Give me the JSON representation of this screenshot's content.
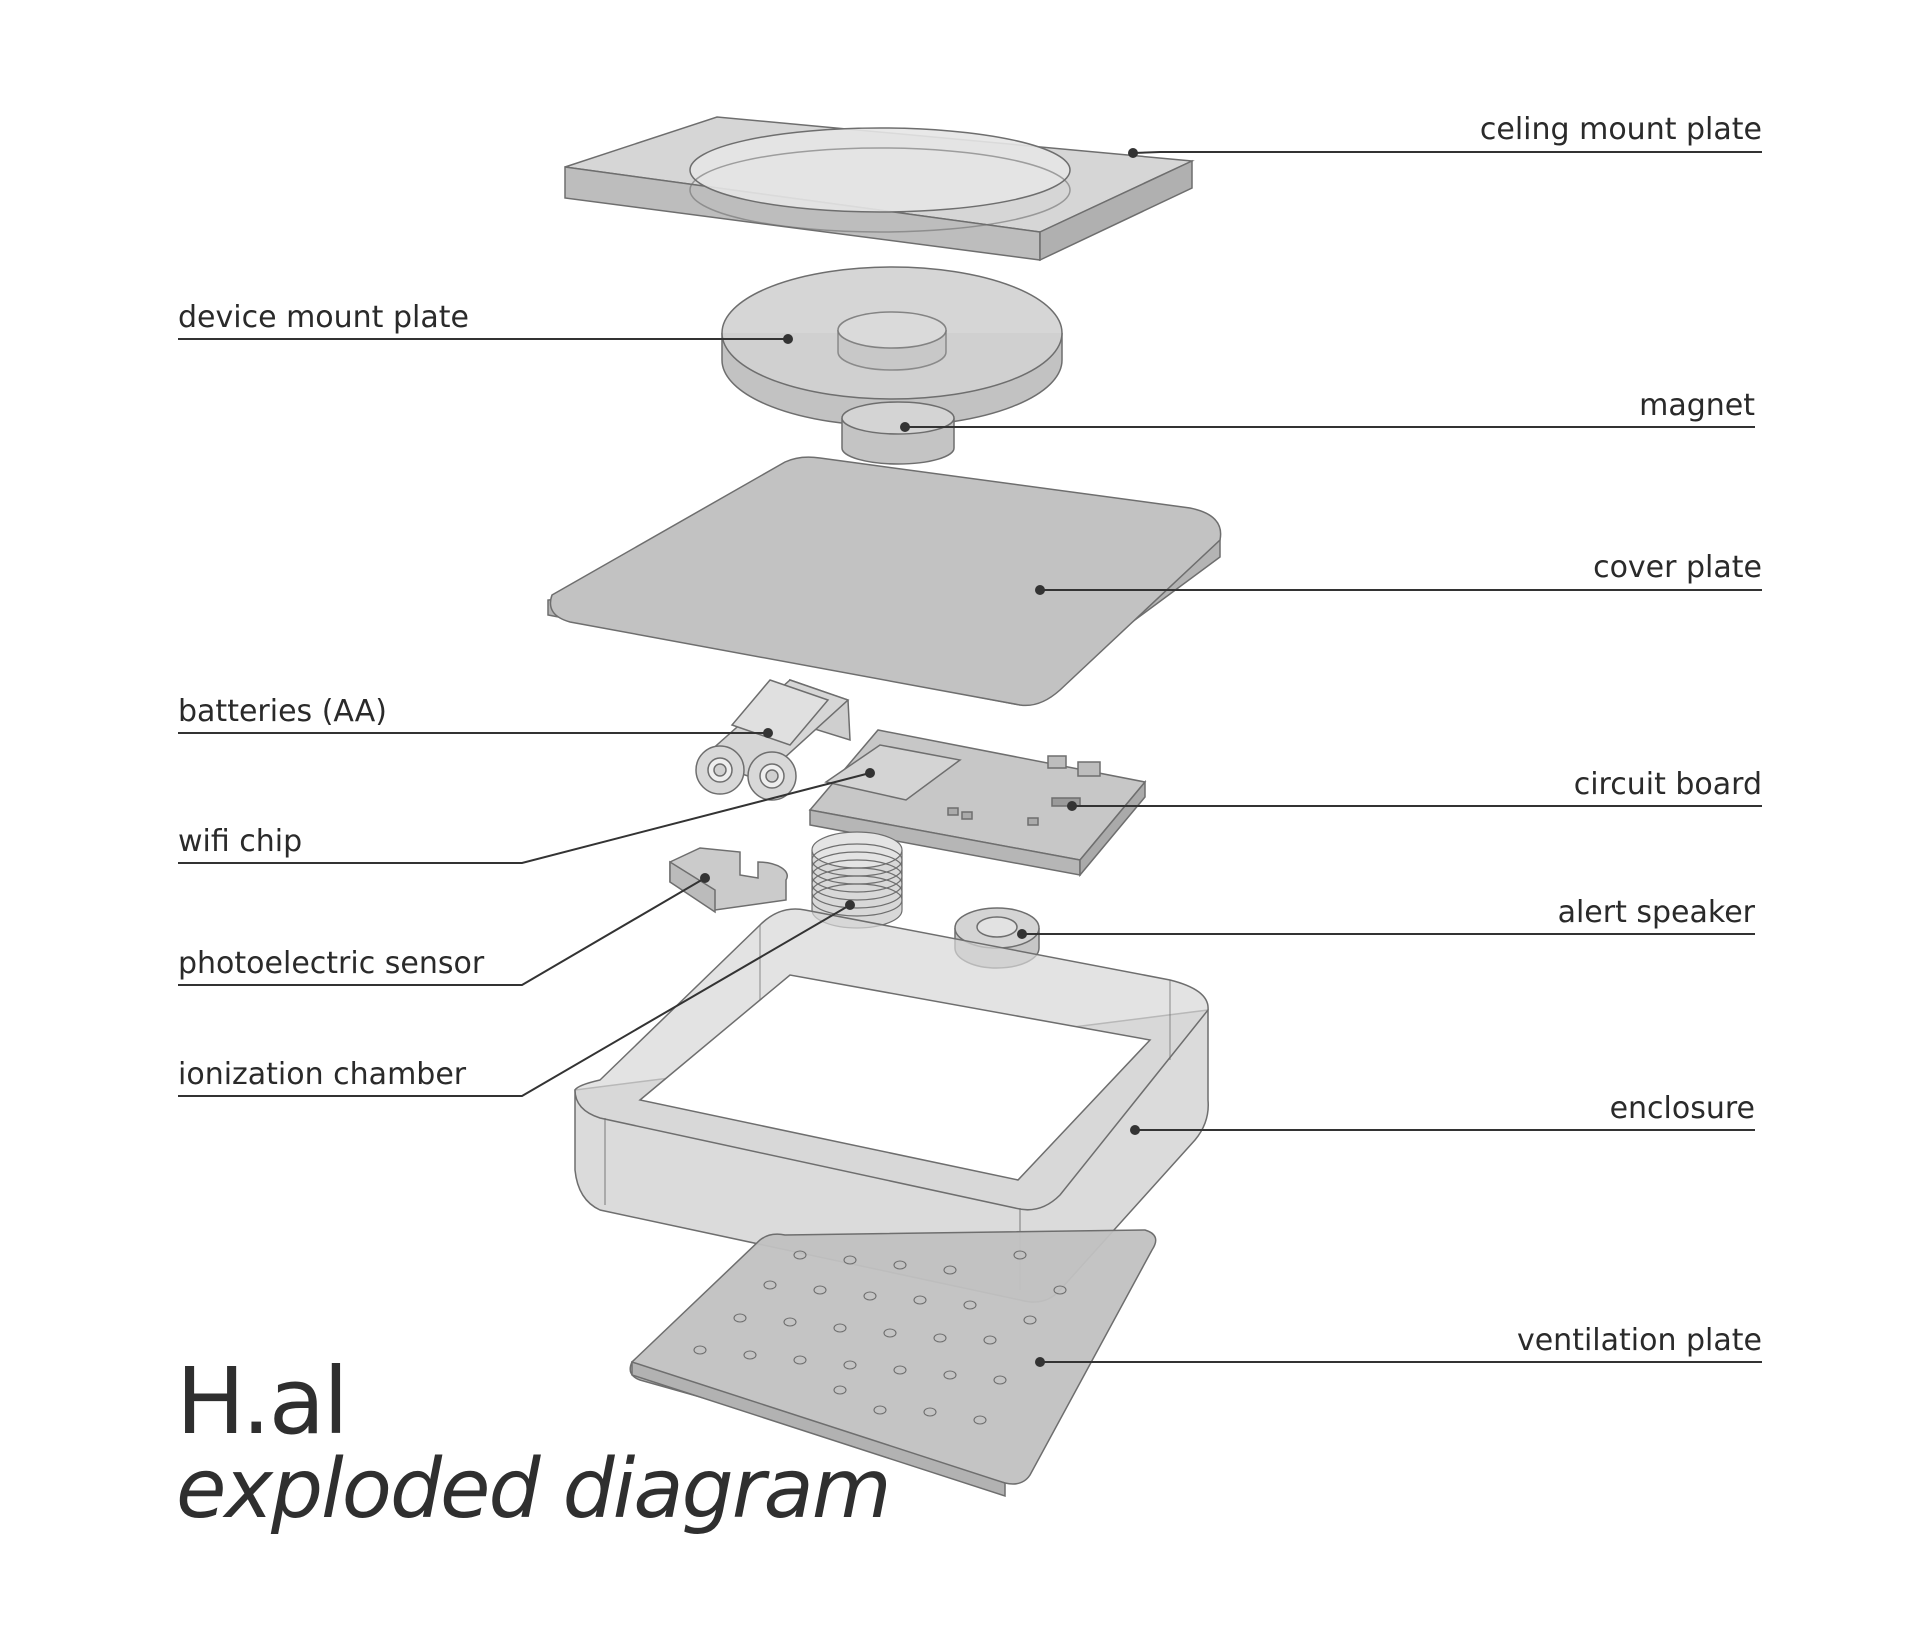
{
  "title": {
    "line1": "H.al",
    "line2": "exploded diagram"
  },
  "labels": {
    "celing_mount_plate": "celing mount plate",
    "device_mount_plate": "device mount plate",
    "magnet": "magnet",
    "cover_plate": "cover plate",
    "batteries": "batteries (AA)",
    "circuit_board": "circuit board",
    "wifi_chip": "wifi chip",
    "alert_speaker": "alert speaker",
    "photoelectric_sensor": "photoelectric sensor",
    "ionization_chamber": "ionization chamber",
    "enclosure": "enclosure",
    "ventilation_plate": "ventilation plate"
  },
  "colors": {
    "part_fill": "#c9c9c9",
    "part_stroke": "#6e6e6e",
    "leader": "#333333",
    "text": "#2a2a2a"
  }
}
